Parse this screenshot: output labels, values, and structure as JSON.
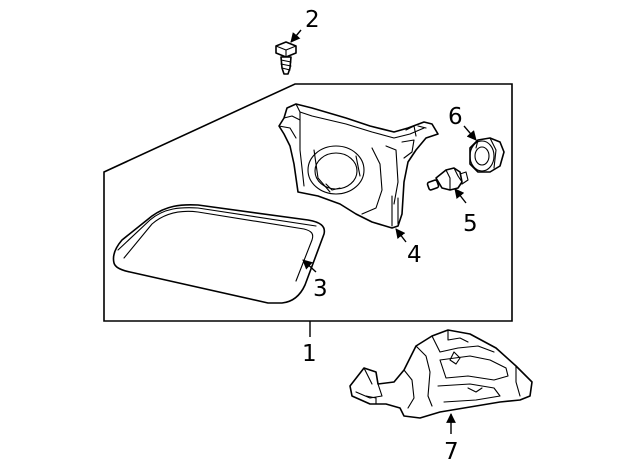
{
  "callouts": {
    "assembly": "1",
    "bolt": "2",
    "lens": "3",
    "housing": "4",
    "bulb": "5",
    "socket": "6",
    "bracket": "7"
  }
}
